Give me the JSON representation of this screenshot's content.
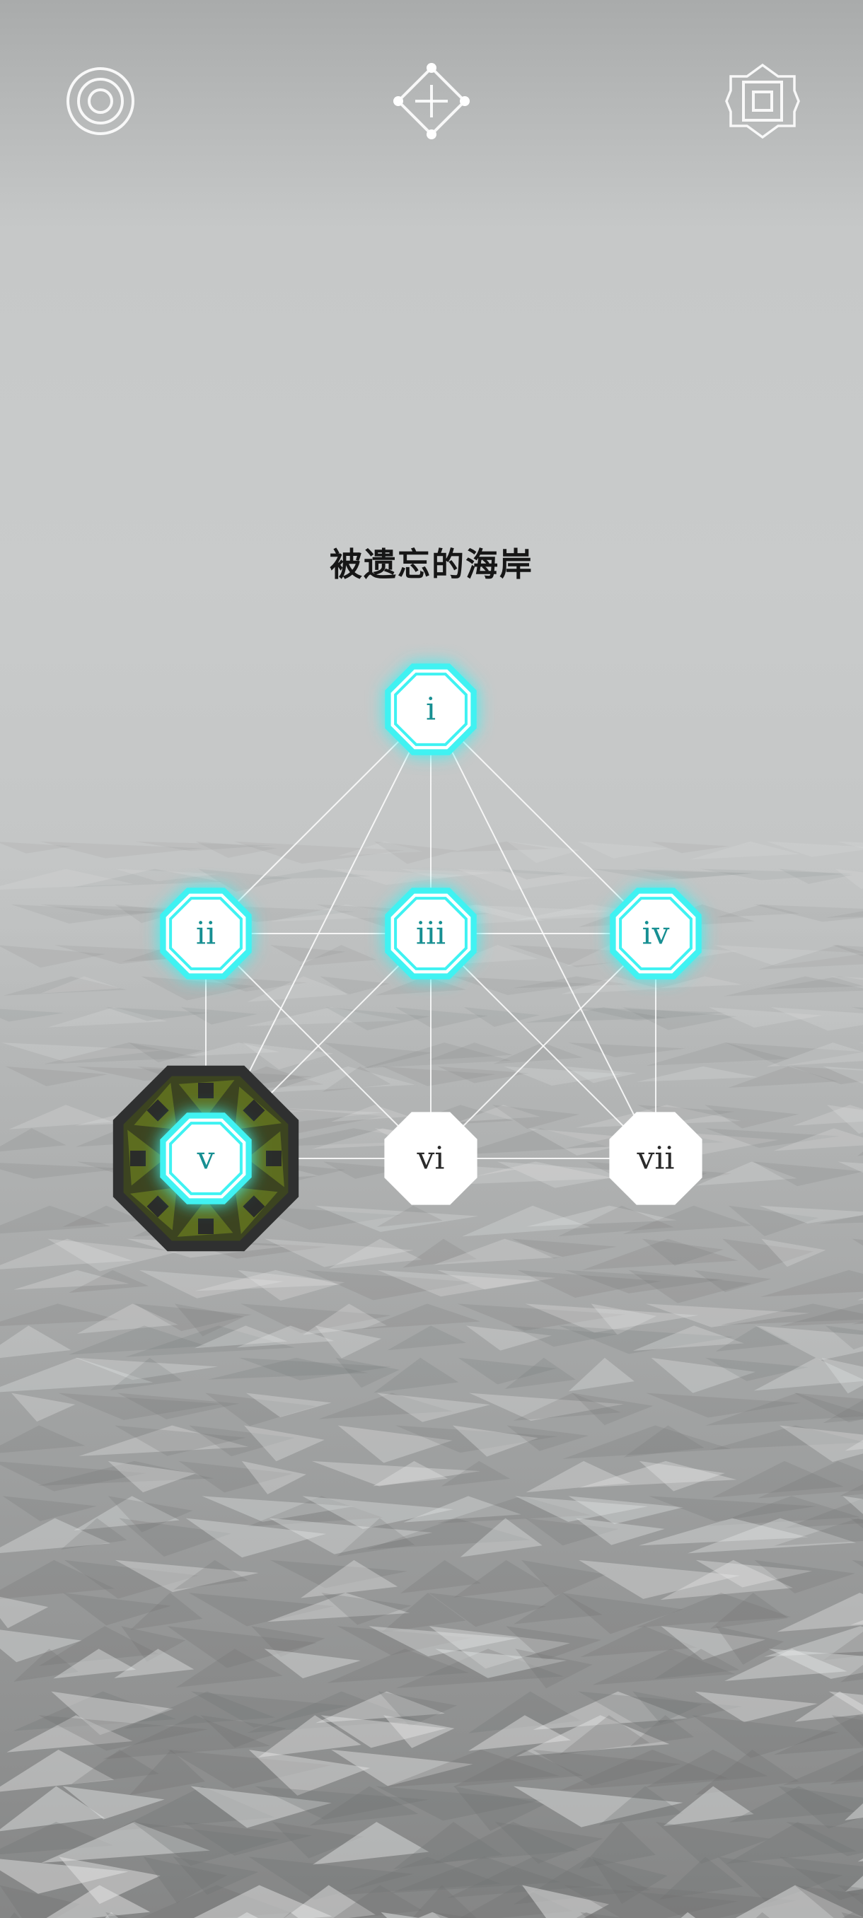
{
  "screen": {
    "title": "被遗忘的海岸"
  },
  "toolbar": {
    "left_icon": "concentric-circles-icon",
    "center_icon": "diamond-plus-icon",
    "right_icon": "square-frame-icon"
  },
  "colors": {
    "unlocked_glow": "#3ff2f2",
    "unlocked_text": "#178f92",
    "locked_text": "#2a2a2a",
    "selected_frame": "#2f3030",
    "selected_fill": "#5f7020",
    "edge": "#ffffff"
  },
  "levels": [
    {
      "id": "i",
      "label": "i",
      "state": "unlocked"
    },
    {
      "id": "ii",
      "label": "ii",
      "state": "unlocked"
    },
    {
      "id": "iii",
      "label": "iii",
      "state": "unlocked"
    },
    {
      "id": "iv",
      "label": "iv",
      "state": "unlocked"
    },
    {
      "id": "v",
      "label": "v",
      "state": "selected"
    },
    {
      "id": "vi",
      "label": "vi",
      "state": "locked"
    },
    {
      "id": "vii",
      "label": "vii",
      "state": "locked"
    }
  ],
  "connections": [
    [
      "i",
      "ii"
    ],
    [
      "i",
      "iii"
    ],
    [
      "i",
      "iv"
    ],
    [
      "i",
      "v"
    ],
    [
      "i",
      "vii"
    ],
    [
      "ii",
      "iii"
    ],
    [
      "ii",
      "v"
    ],
    [
      "ii",
      "vi"
    ],
    [
      "iii",
      "iv"
    ],
    [
      "iii",
      "v"
    ],
    [
      "iii",
      "vi"
    ],
    [
      "iii",
      "vii"
    ],
    [
      "iv",
      "vi"
    ],
    [
      "iv",
      "vii"
    ],
    [
      "v",
      "vi"
    ],
    [
      "vi",
      "vii"
    ]
  ]
}
